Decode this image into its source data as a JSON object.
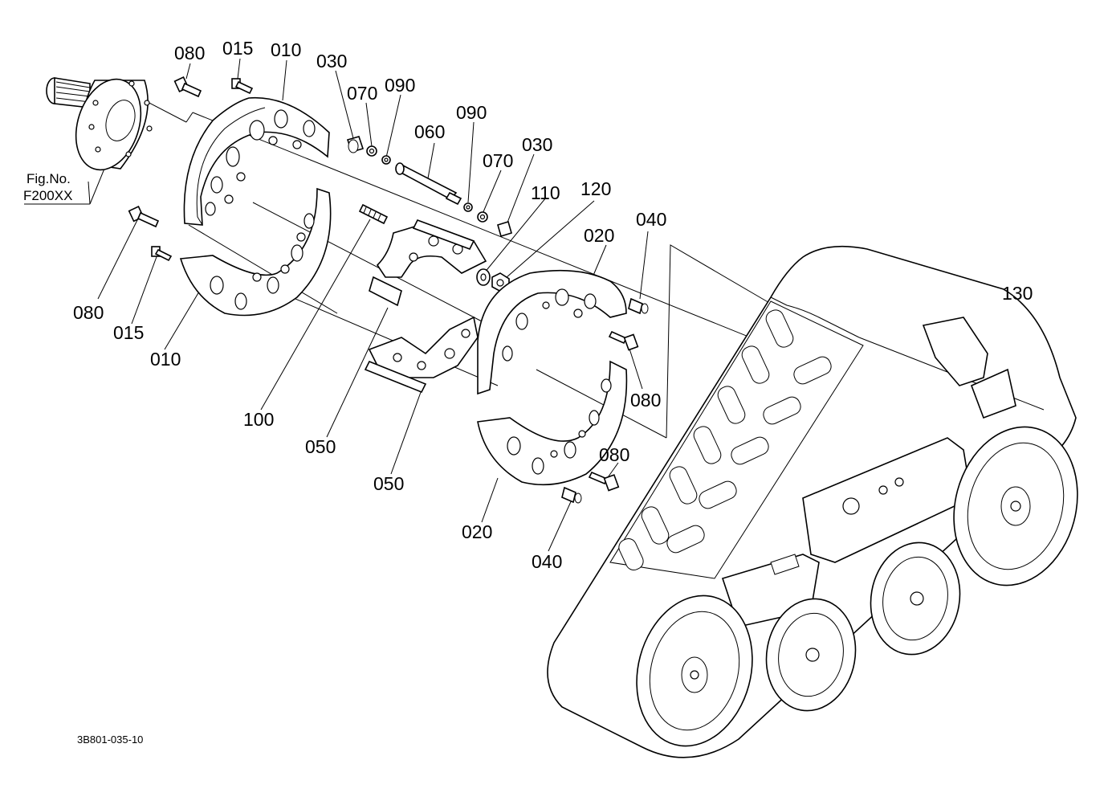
{
  "callouts": [
    {
      "id": "c-080-top",
      "text": "080"
    },
    {
      "id": "c-015-top",
      "text": "015"
    },
    {
      "id": "c-010-top",
      "text": "010"
    },
    {
      "id": "c-030-top",
      "text": "030"
    },
    {
      "id": "c-070-top",
      "text": "070"
    },
    {
      "id": "c-090-top",
      "text": "090"
    },
    {
      "id": "c-060",
      "text": "060"
    },
    {
      "id": "c-090-mid",
      "text": "090"
    },
    {
      "id": "c-070-mid",
      "text": "070"
    },
    {
      "id": "c-030-mid",
      "text": "030"
    },
    {
      "id": "c-110",
      "text": "110"
    },
    {
      "id": "c-120",
      "text": "120"
    },
    {
      "id": "c-020-top",
      "text": "020"
    },
    {
      "id": "c-040-top",
      "text": "040"
    },
    {
      "id": "c-130",
      "text": "130"
    },
    {
      "id": "c-080-left",
      "text": "080"
    },
    {
      "id": "c-015-left",
      "text": "015"
    },
    {
      "id": "c-010-left",
      "text": "010"
    },
    {
      "id": "c-100",
      "text": "100"
    },
    {
      "id": "c-050-a",
      "text": "050"
    },
    {
      "id": "c-050-b",
      "text": "050"
    },
    {
      "id": "c-080-right",
      "text": "080"
    },
    {
      "id": "c-080-bottom",
      "text": "080"
    },
    {
      "id": "c-020-bottom",
      "text": "020"
    },
    {
      "id": "c-040-bottom",
      "text": "040"
    }
  ],
  "figref": {
    "line1": "Fig.No.",
    "line2": "F200XX"
  },
  "drawing_code": "3B801-035-10"
}
